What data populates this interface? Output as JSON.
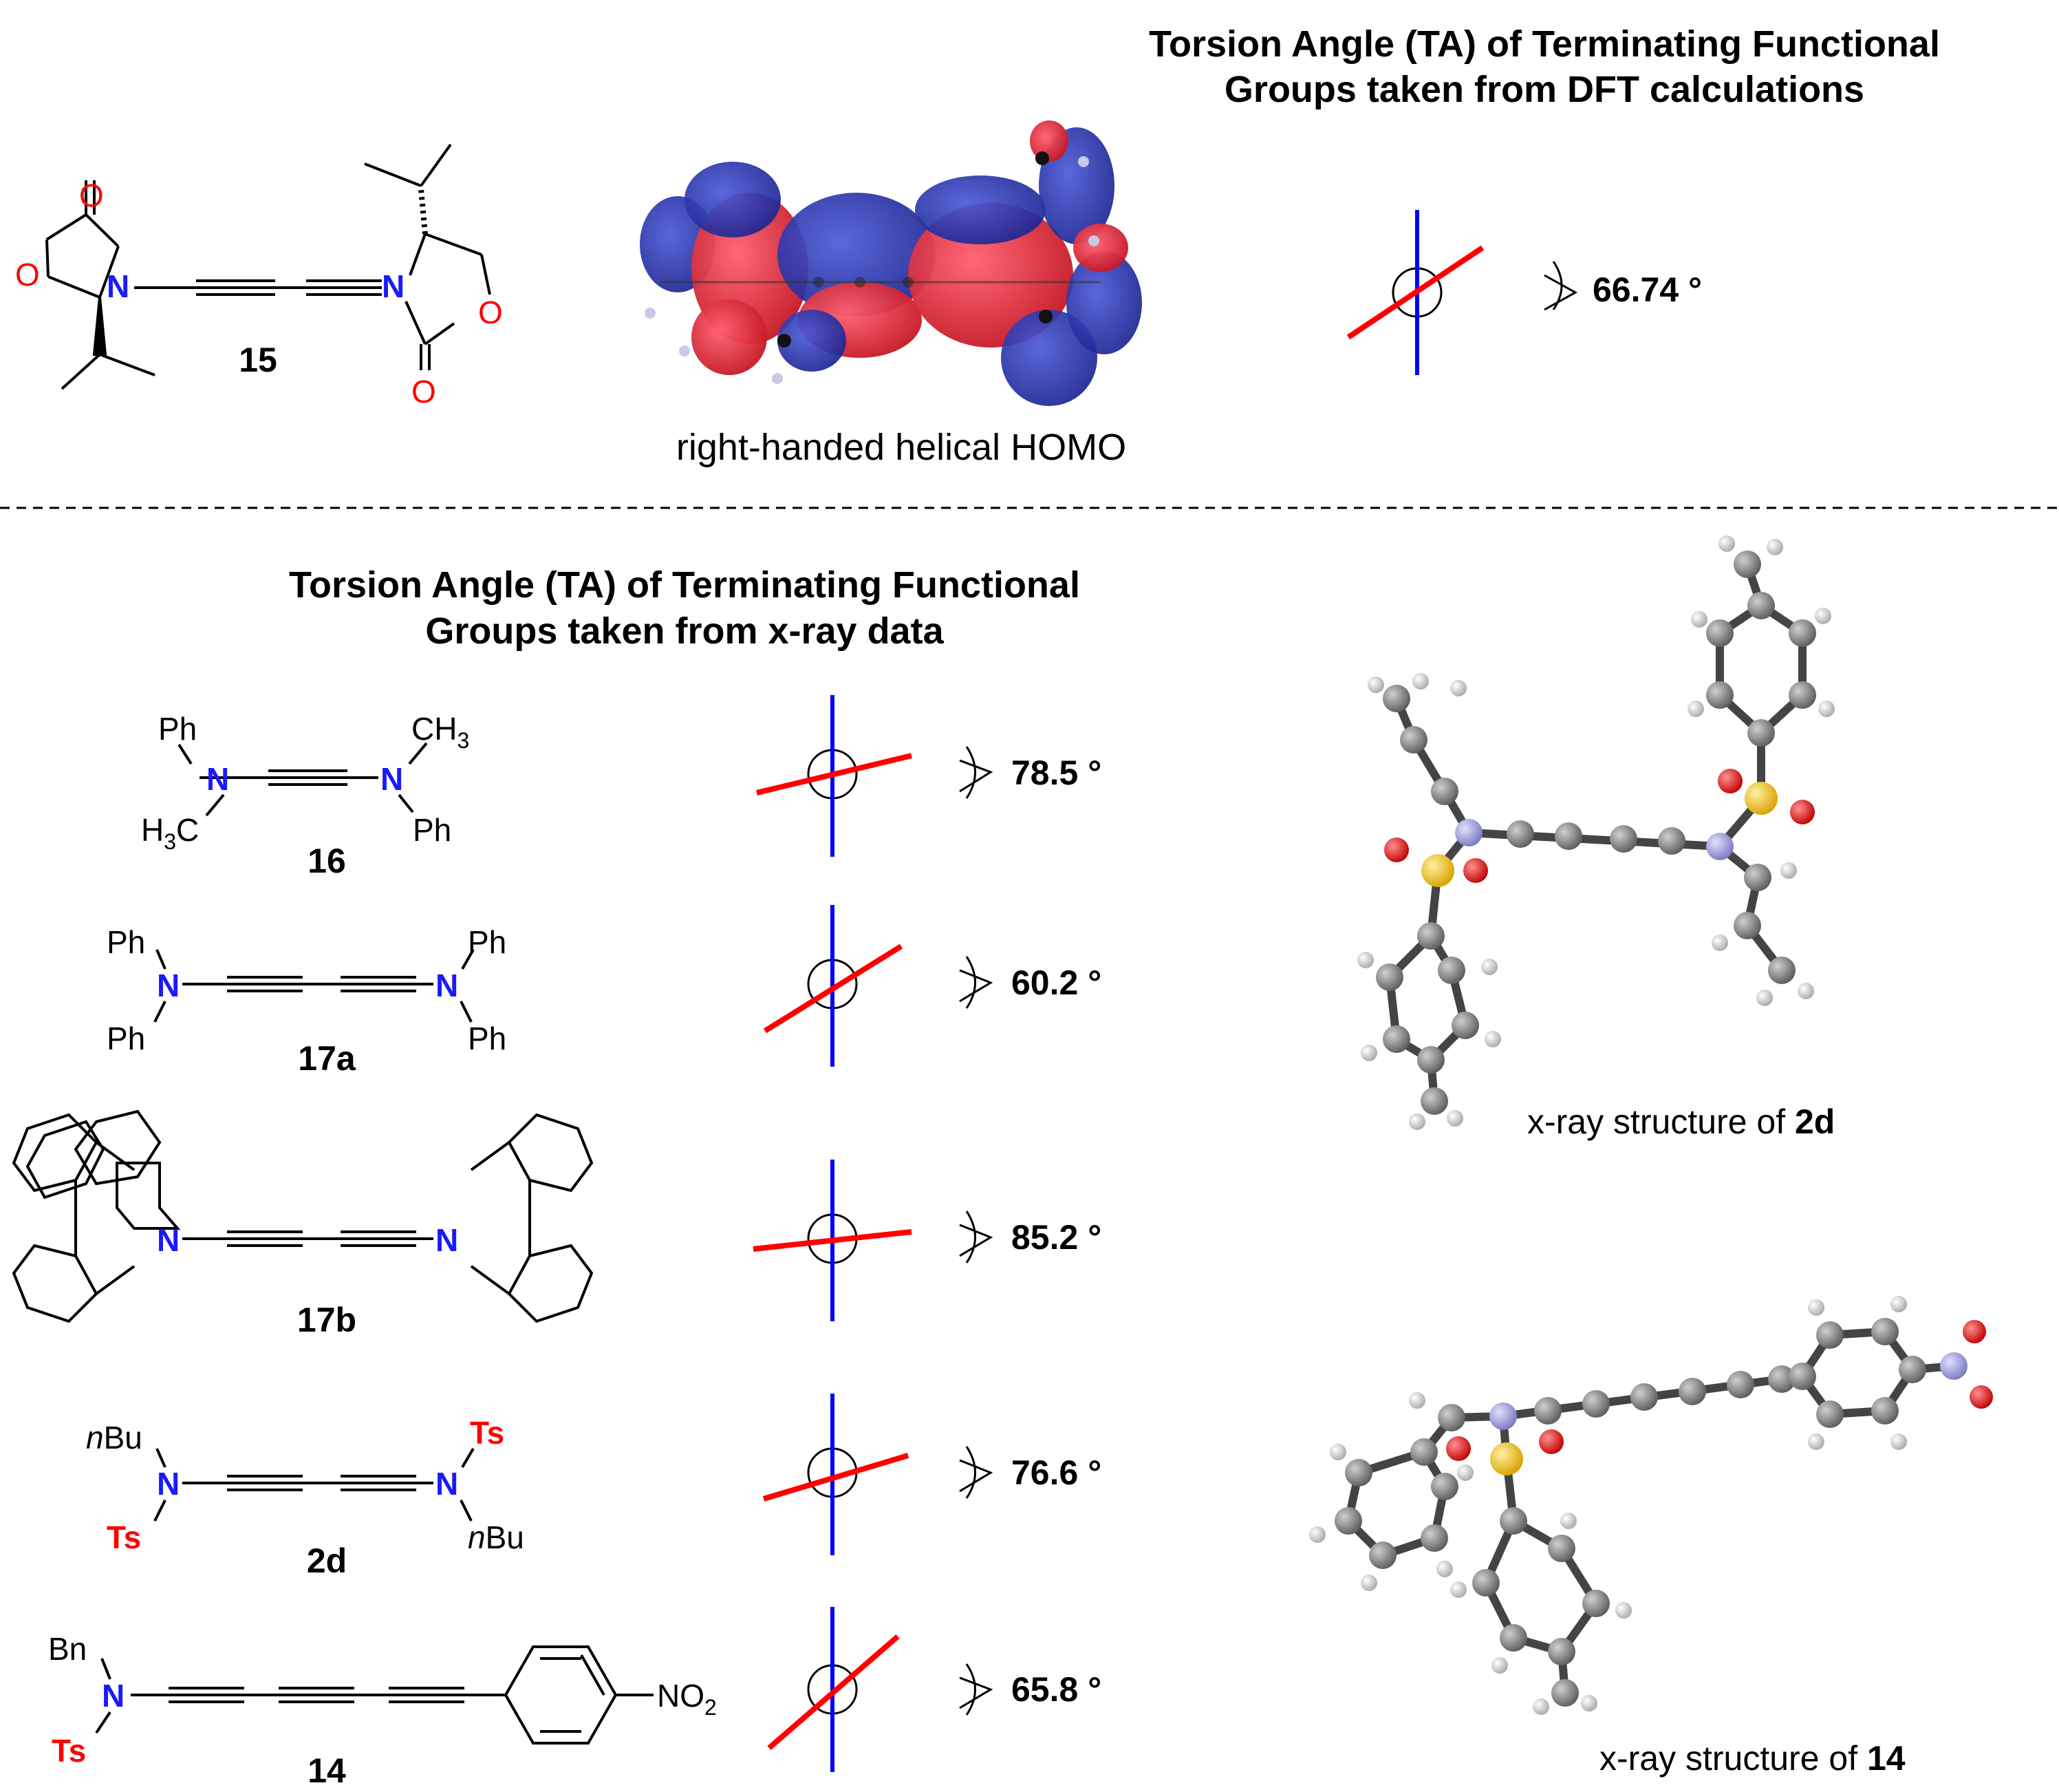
{
  "dft_title_line1": "Torsion Angle (TA) of Terminating Functional",
  "dft_title_line2": "Groups taken from DFT calculations",
  "xray_title_line1": "Torsion Angle (TA) of Terminating Functional",
  "xray_title_line2": "Groups taken from x-ray data",
  "homo_caption": "right-handed helical HOMO",
  "compound_15": {
    "label": "15",
    "angle": "66.74 °"
  },
  "compounds": [
    {
      "label": "16",
      "angle": "78.5 °"
    },
    {
      "label": "17a",
      "angle": "60.2 °"
    },
    {
      "label": "17b",
      "angle": "85.2 °"
    },
    {
      "label": "2d",
      "angle": "76.6 °"
    },
    {
      "label": "14",
      "angle": "65.8 °"
    }
  ],
  "atoms": {
    "O": "O",
    "N": "N",
    "Ph": "Ph",
    "Ts": "Ts",
    "Bn": "Bn",
    "CH3": "CH",
    "CH3_sub": "3",
    "H3C_H": "H",
    "H3C_sub": "3",
    "H3C_C": "C",
    "nBu_n": "n",
    "nBu_Bu": "Bu",
    "NO2": "NO",
    "NO2_sub": "2"
  },
  "xray_2d_caption": {
    "prefix": "x-ray structure of ",
    "compound": "2d"
  },
  "xray_14_caption": {
    "prefix": "x-ray structure of ",
    "compound": "14"
  },
  "colors": {
    "nitrogen": "#1a1aff",
    "oxygen": "#ff0000",
    "ts": "#ff0000",
    "newman_front": "#0000ff",
    "newman_back": "#ff0000",
    "homo_pos": "#e8202e",
    "homo_neg": "#2030b0",
    "xray_carbon": "#707070",
    "xray_hydrogen": "#d8d8d8",
    "xray_nitrogen": "#9a9ad8",
    "xray_sulfur": "#f0c020",
    "xray_oxygen": "#e00000"
  }
}
